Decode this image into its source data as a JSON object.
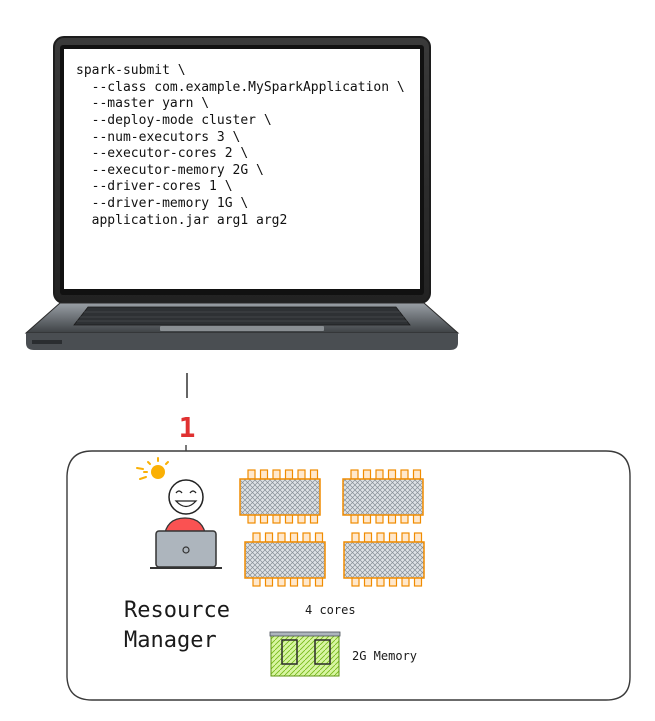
{
  "laptop": {
    "terminal_lines": [
      "spark-submit \\",
      "  --class com.example.MySparkApplication \\",
      "  --master yarn \\",
      "  --deploy-mode cluster \\",
      "  --num-executors 3 \\",
      "  --executor-cores 2 \\",
      "  --executor-memory 2G \\",
      "  --driver-cores 1 \\",
      "  --driver-memory 1G \\",
      "  application.jar arg1 arg2"
    ]
  },
  "flow": {
    "step_number": "1"
  },
  "resource_manager": {
    "title_line1": "Resource",
    "title_line2": "Manager",
    "cores_label": "4 cores",
    "memory_label": "2G Memory",
    "cpu_chip_count": 4,
    "memory_slot_count": 2
  },
  "colors": {
    "step_red": "#e03131",
    "chip_orange": "#f08c00",
    "chip_fill": "#ced4da",
    "memory_green": "#82c91e",
    "memory_fill": "#d8f5a2",
    "person_red": "#fa5252",
    "bulb_yellow": "#fab005"
  },
  "icons": [
    "laptop-icon",
    "lightbulb-icon",
    "person-icon",
    "cpu-chip-icon",
    "memory-module-icon"
  ]
}
